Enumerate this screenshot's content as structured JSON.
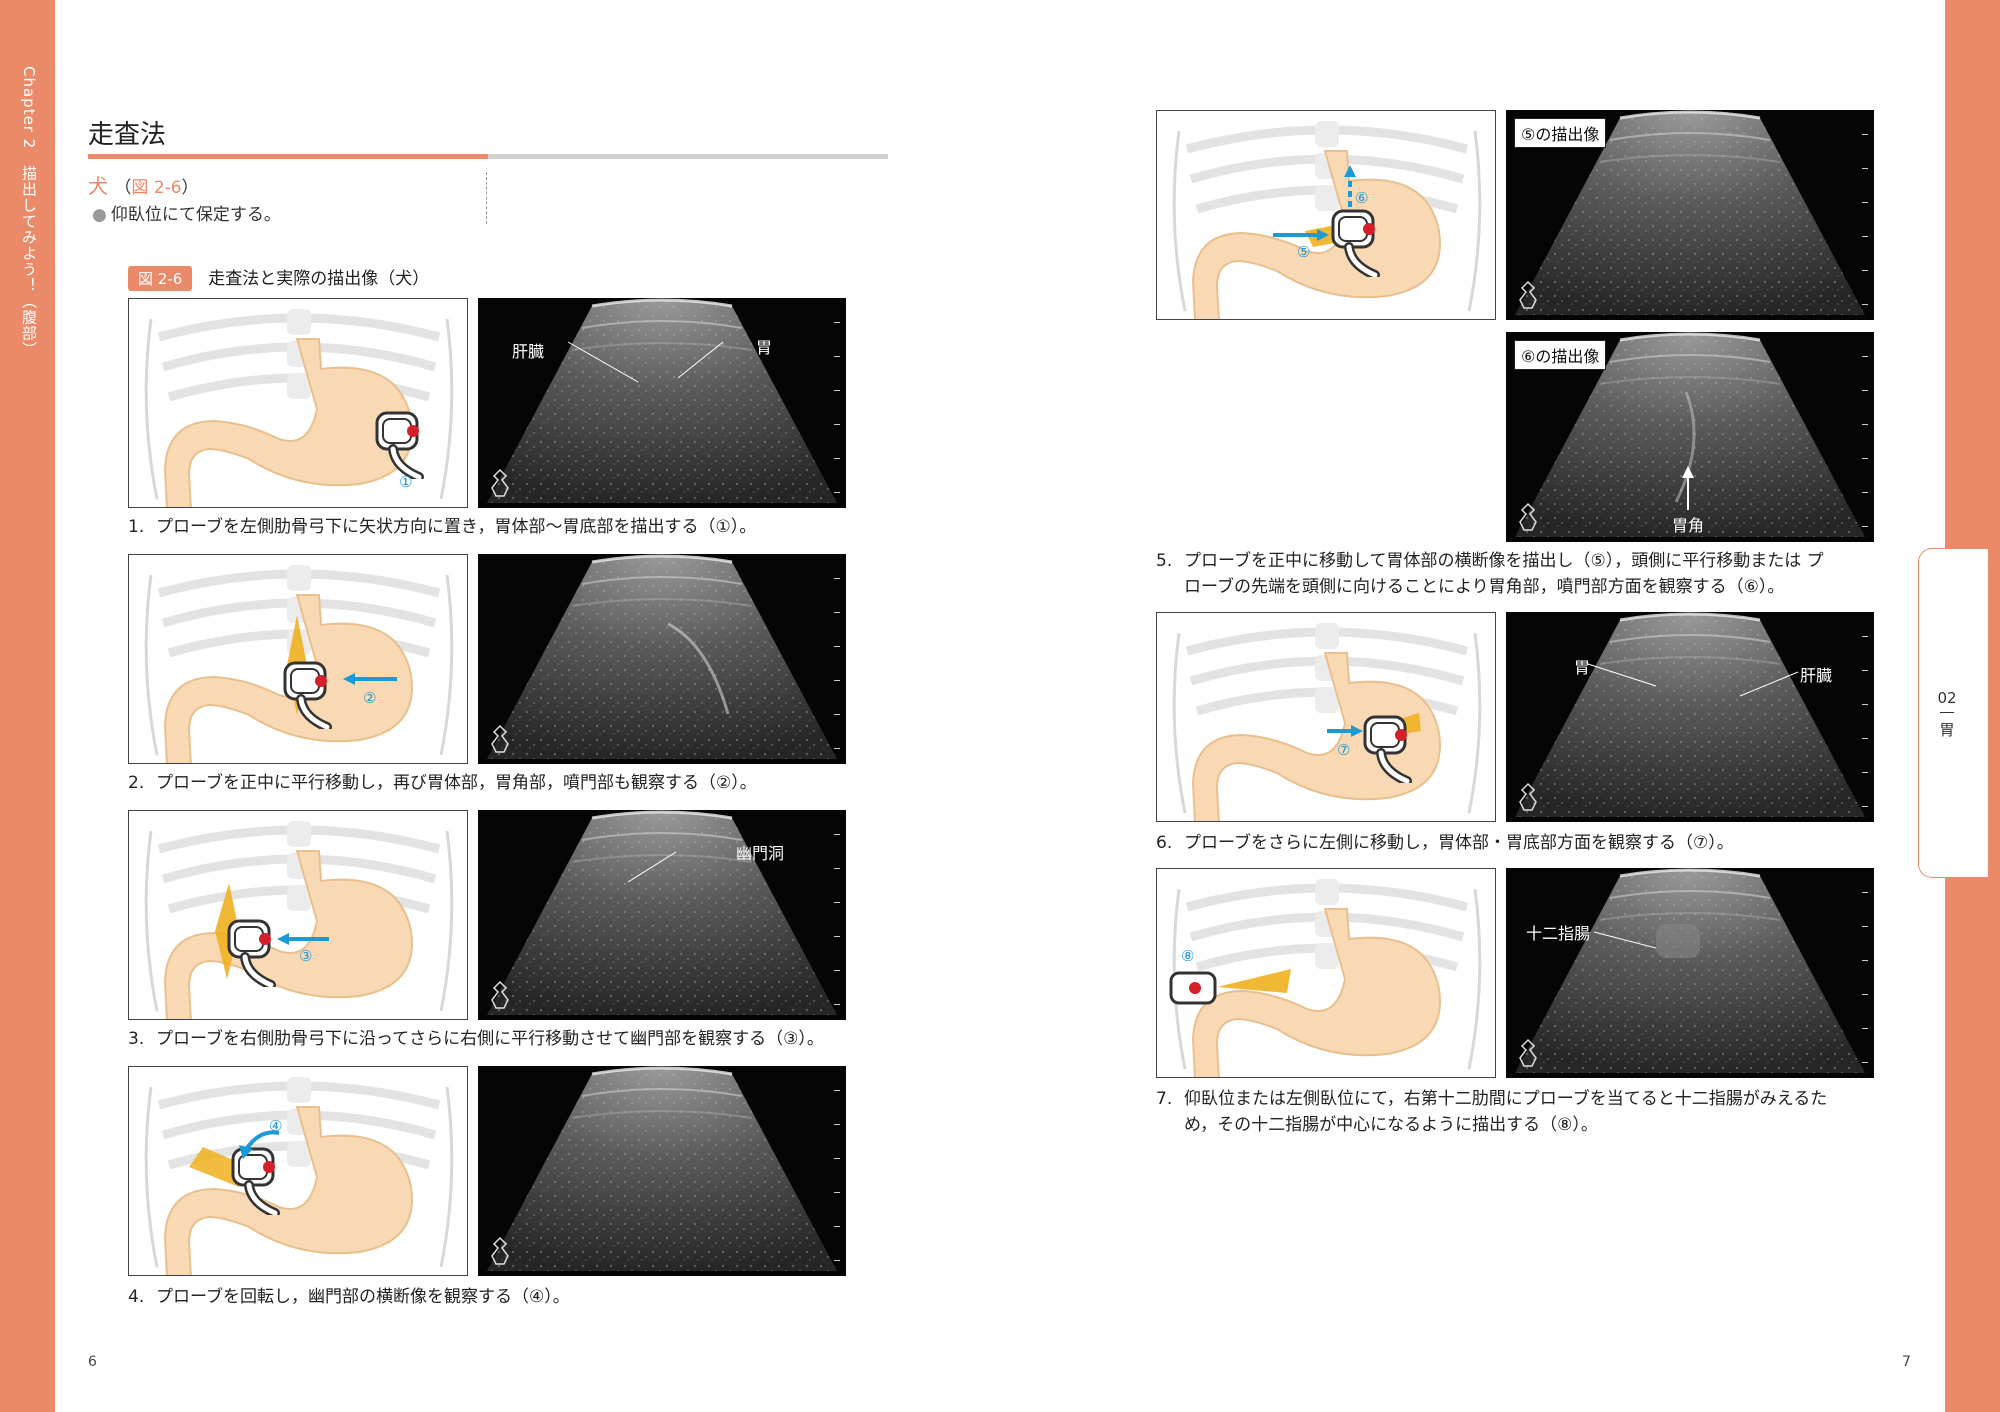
{
  "chapter_label": "Chapter 2　描出してみよう！（腹部）",
  "section_tab": {
    "number": "02",
    "name": "胃"
  },
  "heading": "走査法",
  "subheading": {
    "animal": "犬",
    "ref_open": "（",
    "ref_fig": "図 2-6",
    "ref_close": "）"
  },
  "note": "仰臥位にて保定する。",
  "figure": {
    "badge": "図 2-6",
    "title": "走査法と実際の描出像（犬）"
  },
  "circled": [
    "①",
    "②",
    "③",
    "④",
    "⑤",
    "⑥",
    "⑦",
    "⑧"
  ],
  "labels": {
    "liver": "肝臓",
    "stomach": "胃",
    "pyloric_antrum": "幽門洞",
    "angulus": "胃角",
    "duodenum": "十二指腸"
  },
  "badges": {
    "img5": "⑤の描出像",
    "img6": "⑥の描出像"
  },
  "steps": {
    "s1": {
      "num": "1.",
      "text": "プローブを左側肋骨弓下に矢状方向に置き，胃体部〜胃底部を描出する（①）。"
    },
    "s2": {
      "num": "2.",
      "text": "プローブを正中に平行移動し，再び胃体部，胃角部，噴門部も観察する（②）。"
    },
    "s3": {
      "num": "3.",
      "text": "プローブを右側肋骨弓下に沿ってさらに右側に平行移動させて幽門部を観察する（③）。"
    },
    "s4": {
      "num": "4.",
      "text": "プローブを回転し，幽門部の横断像を観察する（④）。"
    },
    "s5a": {
      "num": "5.",
      "text": "プローブを正中に移動して胃体部の横断像を描出し（⑤），頭側に平行移動または プ"
    },
    "s5b": {
      "text": "ローブの先端を頭側に向けることにより胃角部，噴門部方面を観察する（⑥）。"
    },
    "s6": {
      "num": "6.",
      "text": "プローブをさらに左側に移動し，胃体部・胃底部方面を観察する（⑦）。"
    },
    "s7a": {
      "num": "7.",
      "text": "仰臥位または左側臥位にて，右第十二肋間にプローブを当てると十二指腸がみえるた"
    },
    "s7b": {
      "text": "め，その十二指腸が中心になるように描出する（⑧）。"
    }
  },
  "page_numbers": {
    "left": "6",
    "right": "7"
  },
  "colors": {
    "accent": "#ea8a68",
    "probe_arrow": "#1a9ad6",
    "stomach_fill": "#f8d9b4",
    "beam": "#f0b020"
  }
}
